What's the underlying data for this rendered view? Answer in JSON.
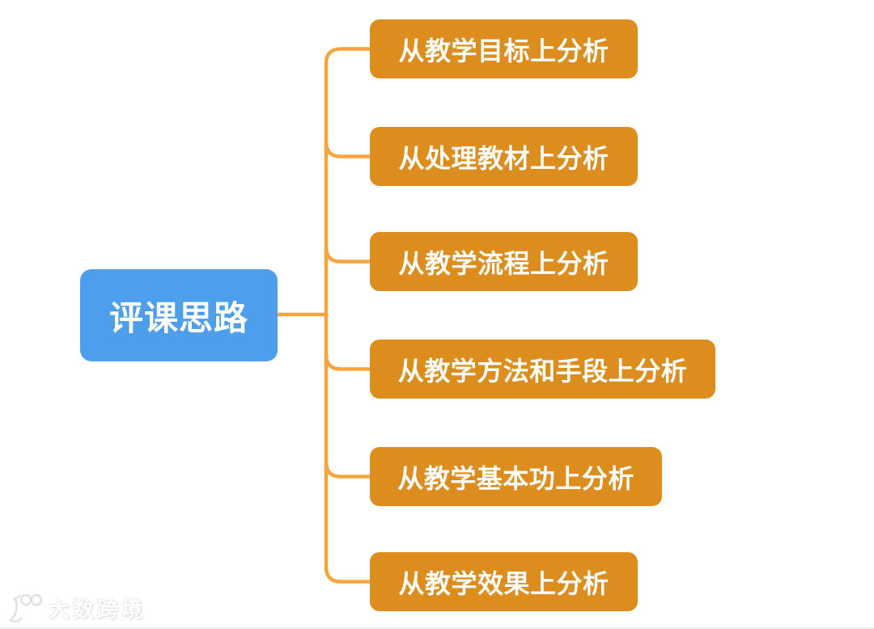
{
  "root": {
    "label": "评课思路"
  },
  "branches": [
    {
      "label": "从教学目标上分析"
    },
    {
      "label": "从处理教材上分析"
    },
    {
      "label": "从教学流程上分析"
    },
    {
      "label": "从教学方法和手段上分析"
    },
    {
      "label": "从教学基本功上分析"
    },
    {
      "label": "从教学效果上分析"
    }
  ],
  "watermark": {
    "text": "大数跨境",
    "logo": "brand-100-logo"
  },
  "colors": {
    "root_fill": "#4D9EEB",
    "branch_fill": "#DD8C1E",
    "connector": "#F5A53E",
    "text": "#FFFFFF",
    "watermark": "#E3E3E3"
  }
}
